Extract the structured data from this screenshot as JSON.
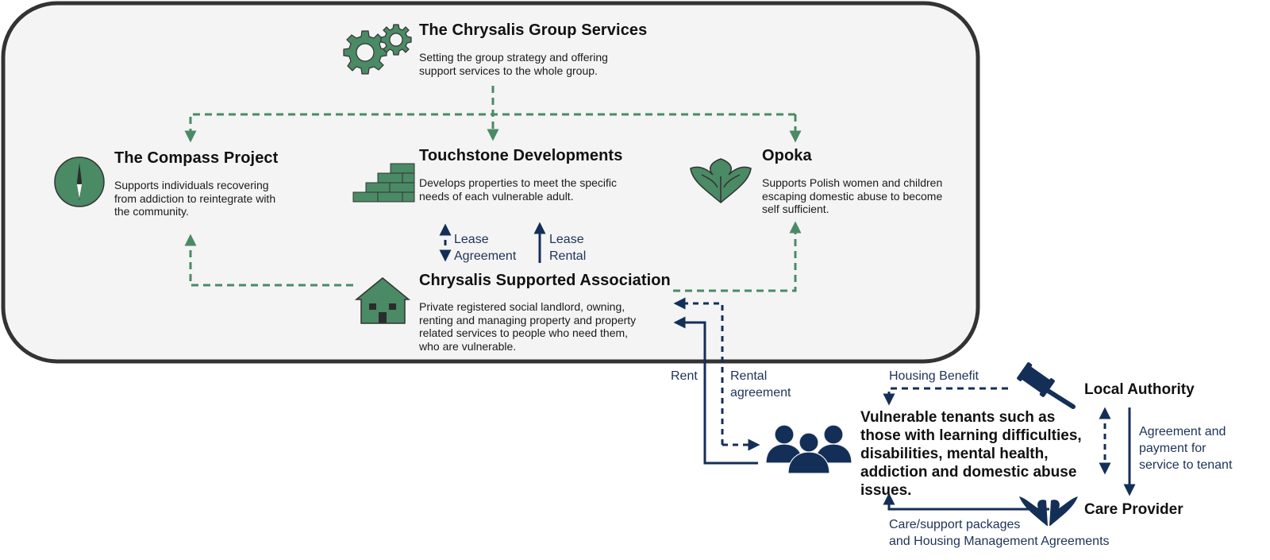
{
  "colors": {
    "green": "#4a8a65",
    "navy": "#142f57",
    "box_border": "#333333",
    "box_fill": "#f4f4f4",
    "icon_outline": "#333333"
  },
  "group_box": {
    "entities": {
      "group_services": {
        "title": "The Chrysalis Group Services",
        "description": "Setting the group strategy and offering\nsupport services to the whole group.",
        "icon": "gears-icon"
      },
      "compass": {
        "title": "The Compass Project",
        "description": "Supports individuals recovering\nfrom addiction to reintegrate with\nthe community.",
        "icon": "compass-icon"
      },
      "touchstone": {
        "title": "Touchstone Developments",
        "description": "Develops properties to meet the specific\nneeds of each vulnerable adult.",
        "icon": "brick-wall-icon"
      },
      "opoka": {
        "title": "Opoka",
        "description": "Supports Polish women and children\nescaping domestic abuse to become\nself sufficient.",
        "icon": "lotus-hands-icon"
      },
      "association": {
        "title": "Chrysalis Supported Association",
        "description": "Private registered social landlord, owning,\nrenting and managing property and property\nrelated services to people who need them,\nwho are vulnerable.",
        "icon": "house-icon"
      }
    },
    "flow_labels": {
      "lease_agreement": "Lease\nAgreement",
      "lease_rental": "Lease\nRental"
    }
  },
  "external": {
    "flow_labels": {
      "rent": "Rent",
      "rental_agreement": "Rental\nagreement",
      "housing_benefit": "Housing Benefit",
      "agreement_payment": "Agreement and\npayment for\nservice to tenant",
      "care_packages": "Care/support packages\nand Housing Management Agreements"
    },
    "tenants": {
      "text": "Vulnerable tenants such as\nthose with learning difficulties,\ndisabilities, mental health,\naddiction and domestic abuse\nissues.",
      "icon": "people-group-icon"
    },
    "local_authority": {
      "title": "Local Authority",
      "icon": "gavel-icon"
    },
    "care_provider": {
      "title": "Care Provider",
      "icon": "caring-hands-icon"
    }
  }
}
